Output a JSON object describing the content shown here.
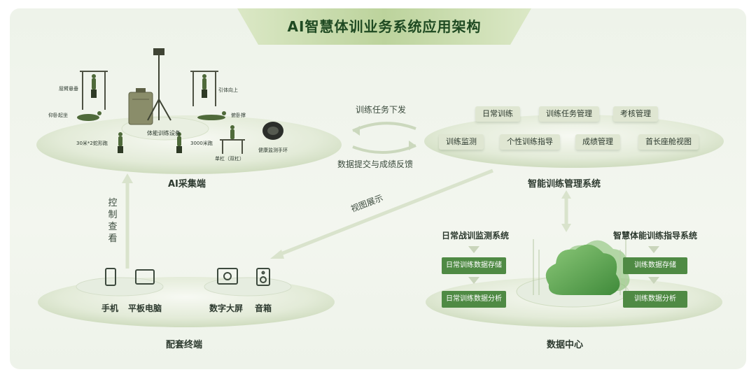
{
  "title": "AI智慧体训业务系统应用架构",
  "ai_collection": {
    "name": "AI采集端",
    "center_label": "体能训练设备",
    "items": [
      "屈臂悬垂",
      "仰卧起坐",
      "30米*2蛇形跑",
      "引体向上",
      "俯卧撑",
      "3000米跑",
      "健康监测手环",
      "单杠"
    ],
    "bar_caption": "（双杠）"
  },
  "flows": {
    "task_down": "训练任务下发",
    "submit_feedback": "数据提交与成绩反馈",
    "view_display": "视图展示",
    "control_view": "控制查看"
  },
  "management": {
    "name": "智能训练管理系统",
    "row1": [
      "日常训练",
      "训练任务管理",
      "考核管理"
    ],
    "row2": [
      "训练监测",
      "个性训练指导",
      "成绩管理",
      "首长座舱视图"
    ]
  },
  "terminals": {
    "name": "配套终端",
    "devices": [
      "手机",
      "平板电脑",
      "数字大屏",
      "音箱"
    ]
  },
  "data_center": {
    "name": "数据中心",
    "left_system": "日常战训监测系统",
    "left_items": [
      "日常训练数据存储",
      "日常训练数据分析"
    ],
    "right_system": "智慧体能训练指导系统",
    "right_items": [
      "训练数据存储",
      "训练数据分析"
    ]
  },
  "colors": {
    "accent": "#4f8a44",
    "title_bar": "#c9dcae",
    "background": "#eef3ea"
  }
}
